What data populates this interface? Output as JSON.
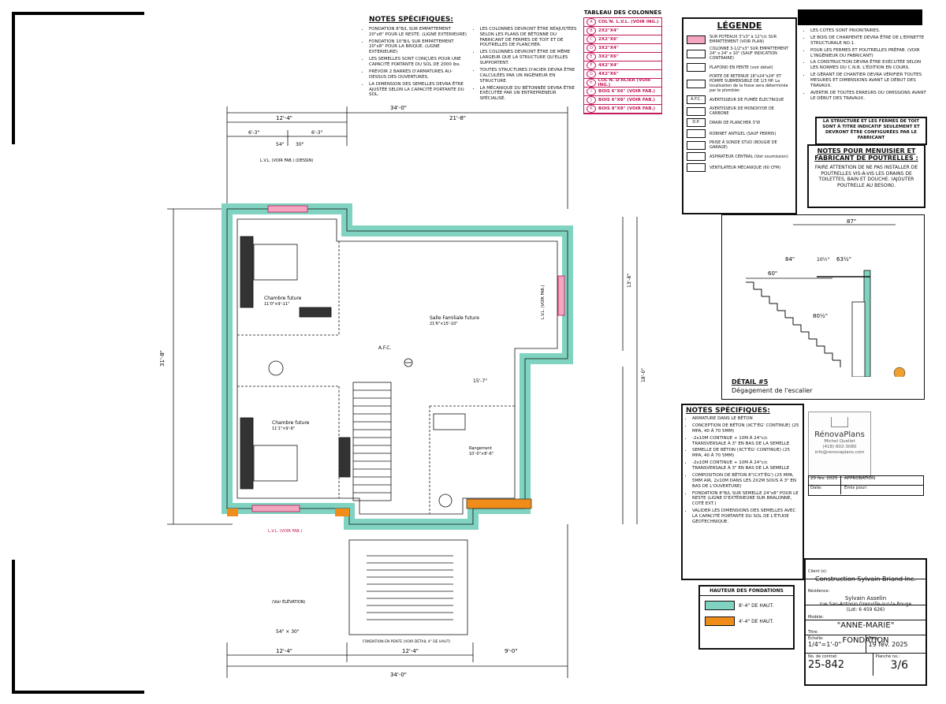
{
  "notes_specifiques_top": {
    "title": "NOTES SPÉCIFIQUES:",
    "col1": [
      "FONDATION 8\"B/L SUR EMPATTEMENT 20\"x8\" POUR LE RESTE. (LIGNE EXTERIEURE)",
      "FONDATION 10\"B/L SUR EMPATTEMENT 20\"x8\" POUR LA BRIQUE. (LIGNE EXTERIEURE)",
      "LES SEMELLES SONT CONÇUES POUR UNE CAPACITÉ PORTANTE DU SOL DE 2000 lbs.",
      "PRÉVOIR 2 BARRES D'ARMATURES AU-DESSUS DES OUVERTURES.",
      "LA DIMENSION DES SEMELLES DEVRA ÊTRE AJUSTÉE SELON LA CAPACITÉ PORTANTE DU SOL."
    ],
    "col2": [
      "LES COLONNES DEVRONT ÊTRE RÉAJUSTÉES SELON LES PLANS DE BÉTONNE DU FABRICANT DE FERMES DE TOIT ET DE POUTRELLES DE PLANCHER.",
      "LES COLONNES DEVRONT ÊTRE DE MÊME LARGEUR QUE LA STRUCTURE QU'ELLES SUPPORTENT.",
      "TOUTES STRUCTURES D'ACIER DEVRA ÊTRE CALCULÉES PAR UN INGÉNIEUR EN STRUCTURE.",
      "LA MÉCANIQUE DU BÉTONNÉE DEVRA ÊTRE EXÉCUTÉE PAR UN ENTREPRENEUR SPÉCIALISÉ."
    ]
  },
  "tableau_colonnes": {
    "title": "TABLEAU DES COLONNES",
    "rows": [
      {
        "num": "A",
        "text": "COL'N. L.V.L. (VOIR ING.)"
      },
      {
        "num": "B",
        "text": "2X2\"X4\""
      },
      {
        "num": "C",
        "text": "2X2\"X6\""
      },
      {
        "num": "D",
        "text": "3X2\"X4\""
      },
      {
        "num": "E",
        "text": "3X2\"X6\""
      },
      {
        "num": "F",
        "text": "4X2\"X4\""
      },
      {
        "num": "G",
        "text": "4X2\"X6\""
      },
      {
        "num": "H",
        "text": "COL'N. D'ACIER (VOIR ING.)"
      },
      {
        "num": "I",
        "text": "BOIS 6\"X6\" (VOIR FAB.)"
      },
      {
        "num": "J",
        "text": "BOIS 6\"X8\" (VOIR FAB.)"
      },
      {
        "num": "K",
        "text": "BOIS 8\"X8\" (VOIR FAB.)"
      }
    ]
  },
  "legende": {
    "title": "LÉGENDE",
    "items": [
      {
        "sym": "",
        "text": "SUR POTEAUX 3\"x3\" à 12\"c/c SUR EMPATTEMENT (VOIR PLAN)"
      },
      {
        "sym": "",
        "text": "COLONNE 3-1/2\"x3\" SUR EMPATTEMENT 24\" x 24\" x 10\" (SAUF INDICATION CONTRAIRE)"
      },
      {
        "sym": "",
        "text": "PLAFOND EN PENTE (voir détail)"
      },
      {
        "sym": "",
        "text": "PORTE DE RETENUE 18\"x24\"x24\" ET POMPE SUBMERSIBLE DE 1/3 HP. La localisation de la fosse sera déterminée par le plombier."
      },
      {
        "sym": "A.F.C.",
        "text": "AVERTISSEUR DE FUMÉE ÉLECTRIQUE"
      },
      {
        "sym": "",
        "text": "AVERTISSEUR DE MONOXYDE DE CARBONE"
      },
      {
        "sym": "D.P.",
        "text": "DRAIN DE PLANCHER 3\"Ø"
      },
      {
        "sym": "",
        "text": "ROBINET ANTIGEL (SAUF PERMIS)"
      },
      {
        "sym": "",
        "text": "PRISE À SONDE STUD (BOUGIE DE GARAGE)"
      },
      {
        "sym": "",
        "text": "ASPIRATEUR CENTRAL (Voir soumission)"
      },
      {
        "sym": "",
        "text": "VENTILATEUR MÉCANIQUE (60 CFM)"
      }
    ]
  },
  "general_notes": [
    "LES COTES SONT PRIORITAIRES.",
    "LE BOIS DE CHARPENTE DEVRA ÊTRE DE L'ÉPINETTE STRUCTURALE NO.1.",
    "POUR LES FERMES ET POUTRELLES PRÉFAB. (VOIR L'INGÉNIEUR DU FABRICANT)",
    "LA CONSTRUCTION DEVRA ÊTRE EXÉCUTÉE SELON LES NORMES DU C.N.B. L'ÉDITION EN COURS.",
    "LE GÉRANT DE CHANTIER DEVRA VÉRIFIER TOUTES MESURES ET DIMENSIONS AVANT LE DÉBUT DES TRAVAUX.",
    "AVERTIR DE TOUTES ERREURS OU OMISSIONS AVANT LE DÉBUT DES TRAVAUX."
  ],
  "structure_note": "LA STRUCTURE ET LES FERMES DE TOIT SONT À TITRE INDICATIF SEULEMENT ET DEVRONT ÊTRE CONFIGURÉES PAR LE FABRICANT",
  "menuisier_note": {
    "title": "NOTES POUR MENUISIER ET FABRICANT DE POUTRELLES :",
    "text": "FAIRE ATTENTION DE NE PAS INSTALLER DE POUTRELLES VIS-À-VIS LES DRAINS DE TOILETTES, BAIN ET DOUCHE. (AJOUTER POUTRELLE AU BESOIN)."
  },
  "detail": {
    "title": "DÉTAIL #5",
    "subtitle": "Dégagement de l'escalier",
    "dims": [
      "87\"",
      "84\"",
      "63½\"",
      "60\"",
      "10½\"",
      "80½\""
    ]
  },
  "notes_specifiques_bottom": {
    "title": "NOTES SPÉCIFIQUES:",
    "items": [
      "ARMATURE DANS LE BÉTON",
      "CONCEPTION DE BÉTON (XCT'ÉG' CONTINUE) (25 MPA, 40 À 70 5MM)",
      "-2x10M CONTINUE + 10M À 24\"c/c TRANSVERSALE À 3\" EN BAS DE LA SEMELLE",
      "SEMELLE DE BÉTON (XCT'ÉG' CONTINUE) (25 MPA, 40 À 70 5MM)",
      "-2x10M CONTINUE + 10M À 24\"c/c TRANSVERSALE À 3\" EN BAS DE LA SEMELLE",
      "COMPOSITION DE BÉTON 8\"(CXT'ÉG') (25 MPA, 5MM AIR, 2x10M DANS LES 2X2M SOUS À 3\" EN BAS DE L'OUVERTURE)",
      "FONDATION 8\"B/L SUR SEMELLE 24\"x8\" POUR LE RESTE (LIGNE D'EXTÉRIEURE SUR BRALONNE, COTÉ EXT.)",
      "VALIDER LES DIMENSIONS DES SEMELLES AVEC LA CAPACITÉ PORTANTE DU SOL DE L'ÉTUDE GÉOTECHNIQUE."
    ]
  },
  "logo": {
    "name": "RénovaPlans",
    "line1": "Michel Quellet",
    "line2": "(418) 802-3080",
    "line3": "info@renovaplans.com"
  },
  "revision": {
    "date": "20 fév. 2025",
    "label": "APPROBATION",
    "date_lbl": "Date:",
    "desc_lbl": "Émis pour:"
  },
  "hauteur": {
    "title": "HAUTEUR DES FONDATIONS",
    "items": [
      {
        "color": "#7fd3c0",
        "label": "8'-4\" DE HAUT."
      },
      {
        "color": "#f08c1a",
        "label": "4'-4\" DE HAUT."
      }
    ]
  },
  "title_block": {
    "client_lbl": "Client (s):",
    "client": "Construction Sylvain Briand Inc.",
    "site_lbl": "Résidence:",
    "site1": "Sylvain Asselin",
    "site2": "rue San-Antonio Grenville-sur-la-Rouge",
    "site3": "(Lot: 6 459 626)",
    "model_lbl": "Modèle:",
    "model": "\"ANNE-MARIE\"",
    "title_lbl": "Titre:",
    "title": "FONDATION",
    "scale_lbl": "Échelle:",
    "scale": "1/4\"=1'-0\"",
    "date_lbl": "Date:",
    "date": "19 fév. 2025",
    "contract_lbl": "No. de contrat:",
    "contract": "25-842",
    "page_lbl": "Planche no.:",
    "page": "3/6"
  },
  "plan": {
    "overall_top": "34'-0\"",
    "top_left": "12'-4\"",
    "top_right": "21'-8\"",
    "top_sub1": "6'-3\"",
    "top_sub2": "6'-3\"",
    "window_left_w": "54\"",
    "window_left_h": "30\"",
    "left_dim": "31'-8\"",
    "right_dim1": "13'-8\"",
    "right_dim2": "18'-0\"",
    "bottom_left": "12'-4\"",
    "bottom_mid": "12'-4\"",
    "bottom_right": "9'-0\"",
    "overall_bottom": "34'-0\"",
    "room1": "Chambre future",
    "room1_dim": "11'0\"×9'-11\"",
    "room2": "Salle Familiale future",
    "room2_dim": "21'6\"×15'-10\"",
    "room3": "Chambre future",
    "room3_dim": "11'1\"×9'-6\"",
    "room4": "Rangement",
    "room4_dim": "10'-0\"×8'-6\"",
    "afc": "A.F.C.",
    "lvl_top": "L.V.L. (VOIR FAB.) (DESSIN)",
    "lvl_right": "L.V.L. (VOIR FAB.)",
    "lvl_bottom": "L.V.L. (VOIR FAB.)",
    "poutre": "(Voir ÉLÉVATION)",
    "ouv": "54\" × 30\"",
    "fond_label": "FONDATION EN PENTE (VOIR DÉTAIL 4\" DE HAUT)",
    "stair_dim": "15'-7\""
  }
}
